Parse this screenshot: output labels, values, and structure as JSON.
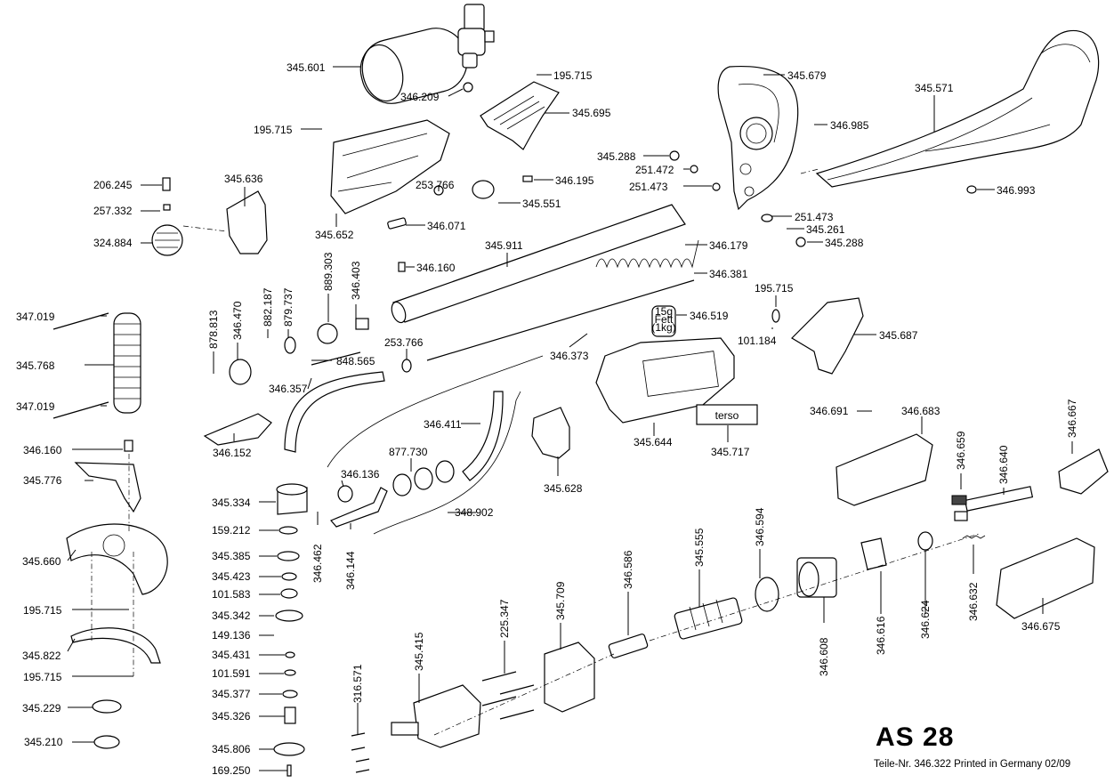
{
  "title": "AS  28",
  "subtitle": "Teile-Nr. 346.322  Printed in Germany 02/09",
  "brand_label": "terso",
  "grease_label": [
    "15g",
    "Fett",
    "(1kg)"
  ],
  "parts": [
    "345.601",
    "346.209",
    "195.715",
    "345.695",
    "345.679",
    "345.571",
    "195.715",
    "346.985",
    "345.288",
    "251.472",
    "251.473",
    "346.195",
    "253.766",
    "345.551",
    "346.993",
    "206.245",
    "345.636",
    "257.332",
    "324.884",
    "345.652",
    "346.071",
    "251.473",
    "345.261",
    "345.288",
    "345.911",
    "346.179",
    "346.160",
    "346.381",
    "195.715",
    "347.019",
    "882.187",
    "879.737",
    "889.303",
    "346.403",
    "346.470",
    "346.519",
    "878.813",
    "345.768",
    "101.184",
    "345.687",
    "253.766",
    "346.373",
    "848.565",
    "347.019",
    "346.357",
    "346.152",
    "346.160",
    "346.411",
    "345.644",
    "345.776",
    "877.730",
    "345.717",
    "346.691",
    "346.683",
    "346.667",
    "346.136",
    "345.628",
    "346.659",
    "346.640",
    "345.334",
    "346.462",
    "346.144",
    "348.902",
    "159.212",
    "345.660",
    "345.385",
    "345.423",
    "101.583",
    "345.342",
    "195.715",
    "149.136",
    "345.555",
    "346.594",
    "346.586",
    "345.822",
    "345.431",
    "345.709",
    "225.347",
    "345.415",
    "101.591",
    "346.608",
    "346.616",
    "346.624",
    "346.632",
    "346.675",
    "195.715",
    "345.377",
    "316.571",
    "345.229",
    "345.326",
    "345.210",
    "345.806",
    "169.250"
  ]
}
